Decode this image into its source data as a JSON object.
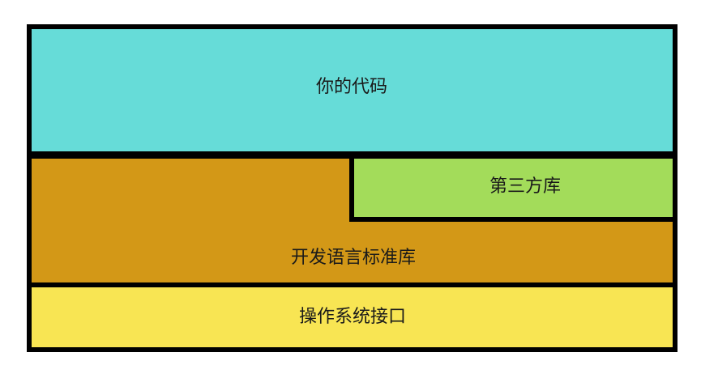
{
  "layers": {
    "your_code": {
      "label": "你的代码",
      "color": "#66DCD8"
    },
    "third_party": {
      "label": "第三方库",
      "color": "#A3DC5A"
    },
    "std_lib": {
      "label": "开发语言标准库",
      "color": "#D39817"
    },
    "os_interface": {
      "label": "操作系统接口",
      "color": "#F8E553"
    }
  },
  "border_color": "#000000"
}
